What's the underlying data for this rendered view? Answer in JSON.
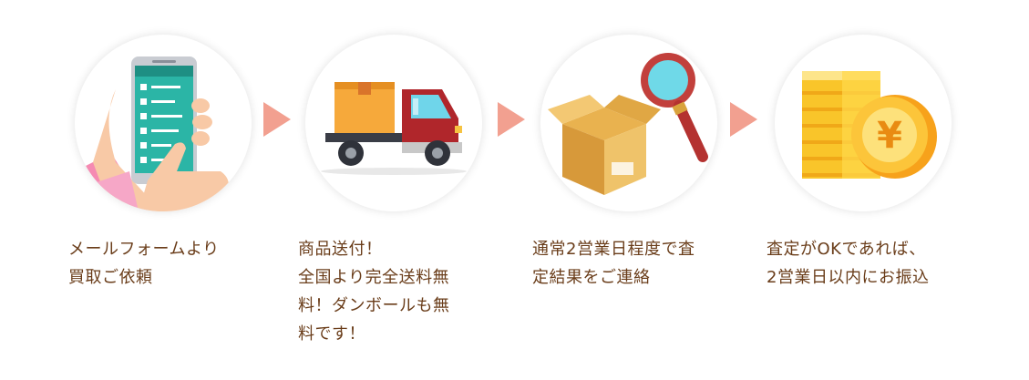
{
  "flow": {
    "steps": [
      {
        "icon": "smartphone-form-icon",
        "lines": [
          "メールフォームより",
          "買取ご依頼"
        ]
      },
      {
        "icon": "delivery-truck-icon",
        "lines": [
          "商品送付！",
          "全国より完全送料無",
          "料！ダンボールも無",
          "料です！"
        ]
      },
      {
        "icon": "box-magnifier-icon",
        "lines": [
          "通常2営業日程度で査",
          "定結果をご連絡"
        ]
      },
      {
        "icon": "yen-coins-icon",
        "lines": [
          "査定がOKであれば、",
          "2営業日以内にお振込"
        ]
      }
    ],
    "colors": {
      "text": "#6a3d1a",
      "arrow": "#f2a090",
      "circle_shadow": "#e0e0e0"
    }
  }
}
